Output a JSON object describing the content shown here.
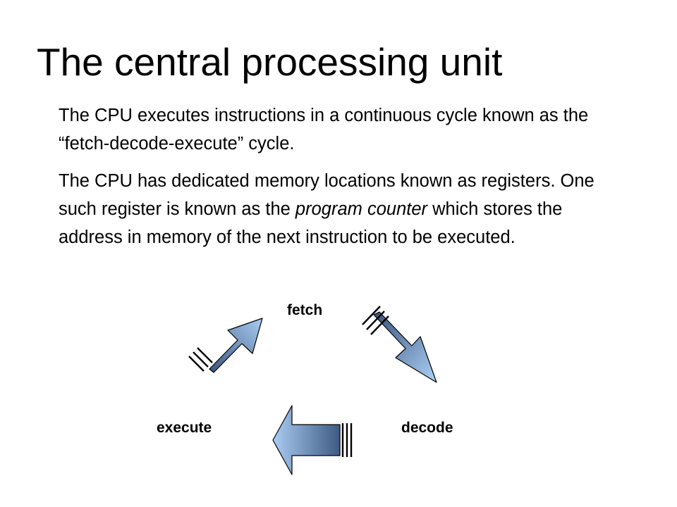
{
  "slide": {
    "title": "The central processing unit",
    "paragraph1": "The CPU executes instructions in a continuous cycle known as the “fetch-decode-execute” cycle.",
    "paragraph2": {
      "part1": "The CPU has dedicated memory locations known as registers.  One such register is known as the ",
      "emphasis": "program counter",
      "part2": " which stores the address in memory of the next instruction to be executed."
    }
  },
  "cycle": {
    "labels": {
      "fetch": "fetch",
      "decode": "decode",
      "execute": "execute"
    },
    "colors": {
      "arrow_light": "#a6c9ef",
      "arrow_dark": "#3b577f",
      "stroke": "#000000"
    }
  }
}
